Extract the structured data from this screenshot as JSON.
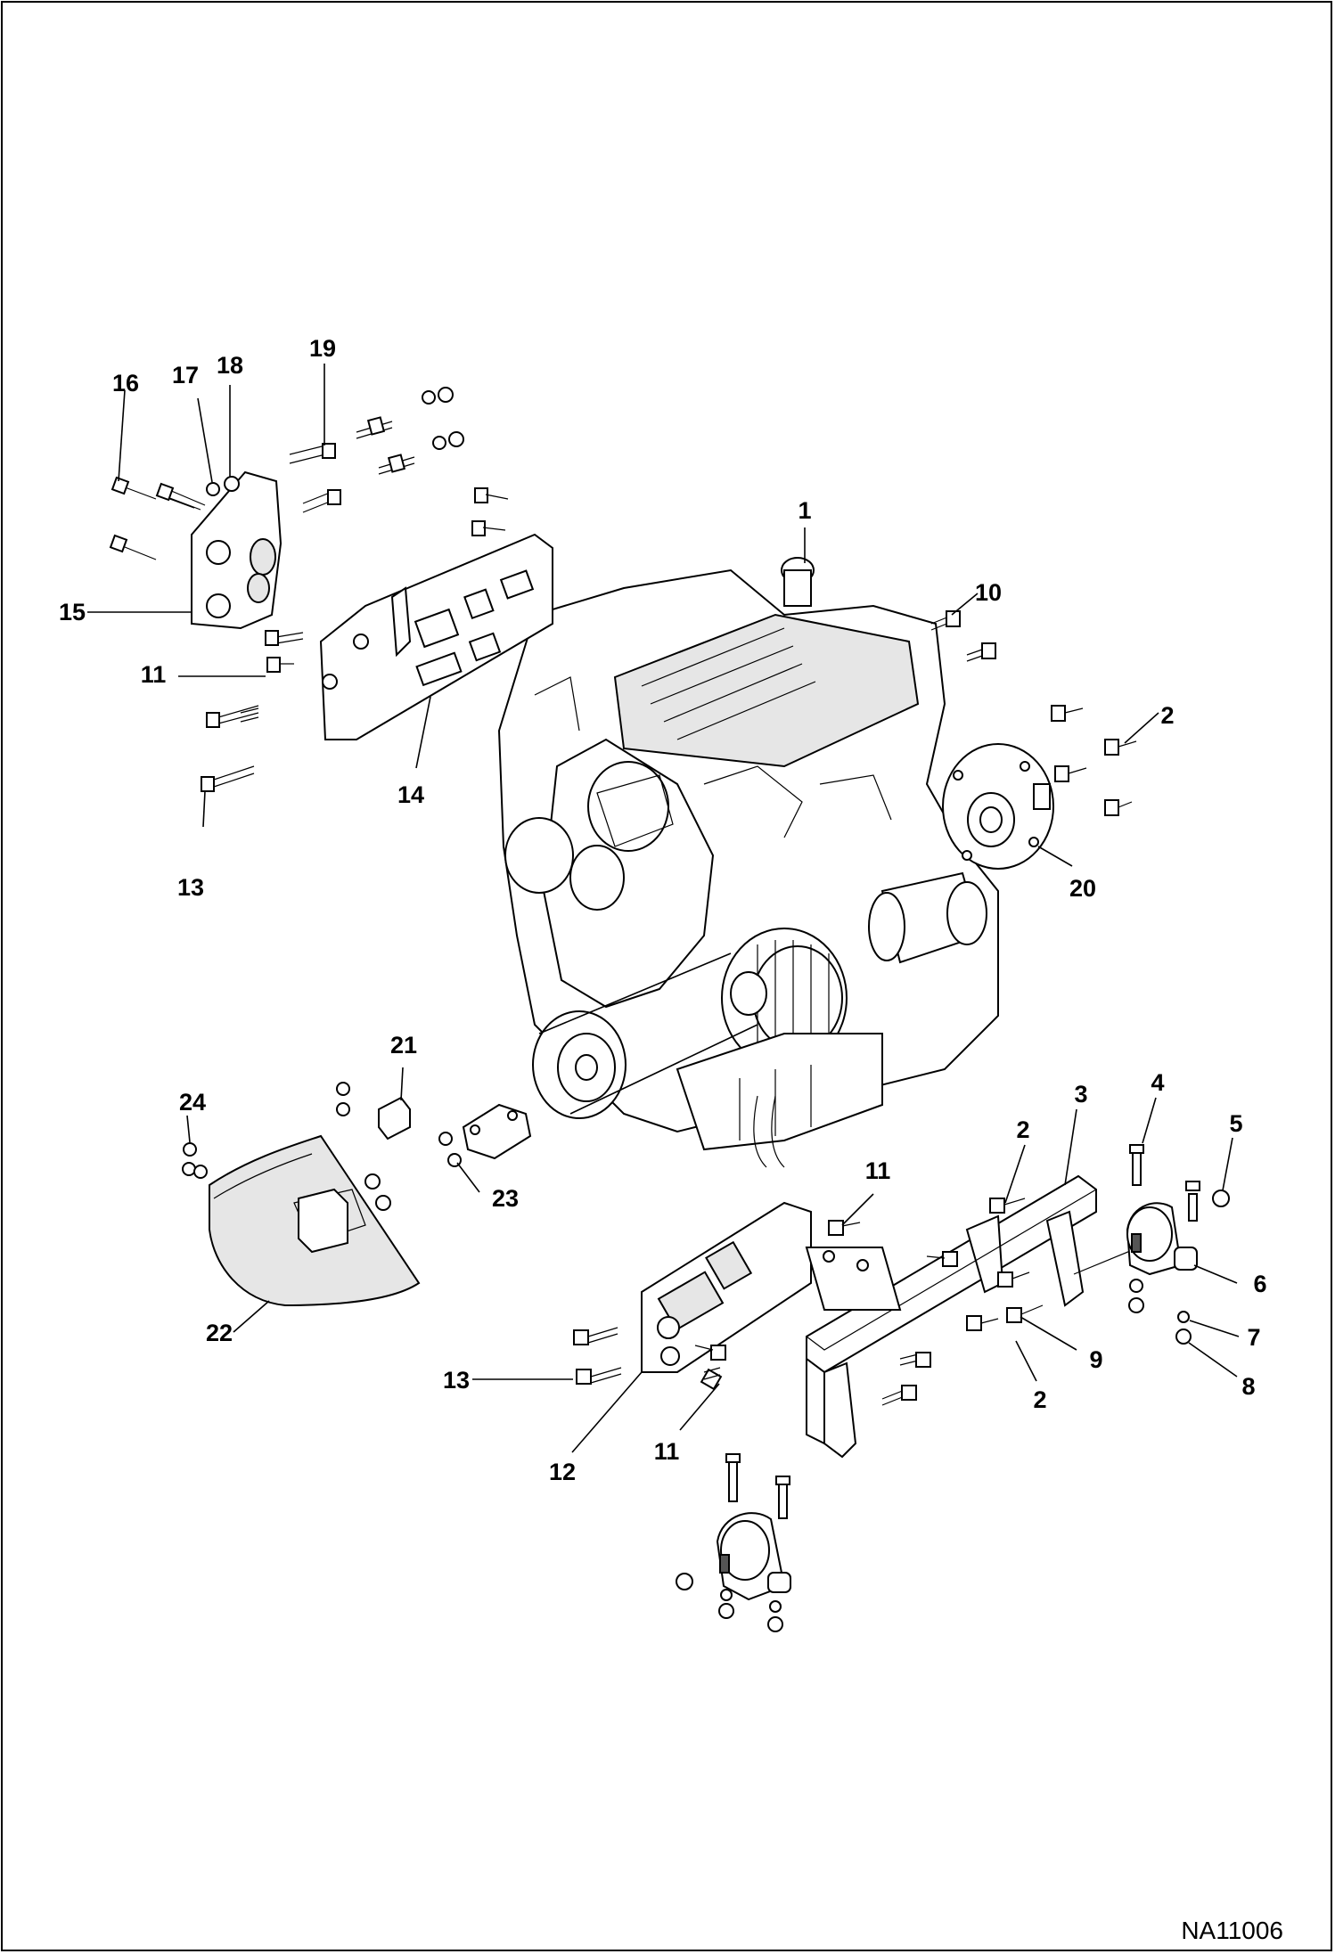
{
  "diagram": {
    "reference_code": "NA11006",
    "callouts": [
      "1",
      "2",
      "2",
      "2",
      "3",
      "4",
      "5",
      "6",
      "7",
      "8",
      "9",
      "10",
      "11",
      "11",
      "11",
      "12",
      "13",
      "13",
      "14",
      "15",
      "16",
      "17",
      "18",
      "19",
      "20",
      "21",
      "22",
      "23",
      "24"
    ]
  },
  "colors": {
    "line": "#000000",
    "background": "#ffffff",
    "shade": "#e6e6e6"
  }
}
